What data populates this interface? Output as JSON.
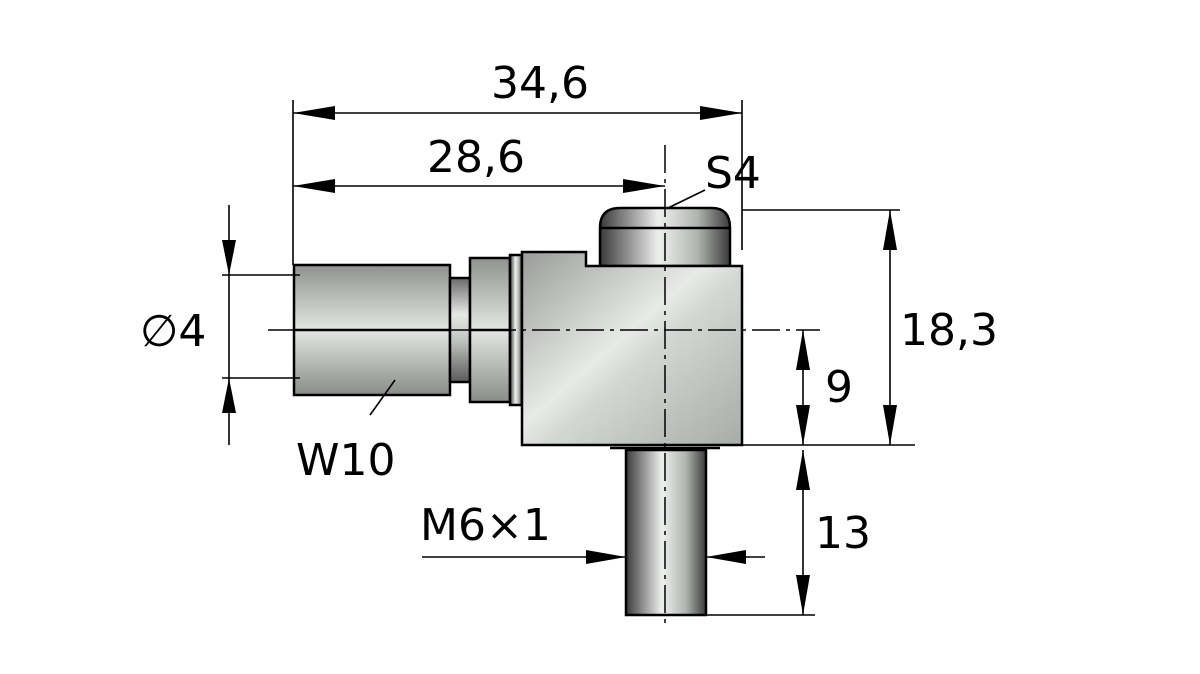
{
  "dimensions": {
    "overall_length": "34,6",
    "length_to_axis": "28,6",
    "wrench_size": "S4",
    "bore_diameter": "∅4",
    "hex_size": "W10",
    "height": "18,3",
    "axis_height": "9",
    "stem_length": "13",
    "thread": "M6×1"
  },
  "colors": {
    "metal_light": "#e8ebe8",
    "metal_mid": "#b8bcb8",
    "metal_dark": "#4a4a4a"
  }
}
